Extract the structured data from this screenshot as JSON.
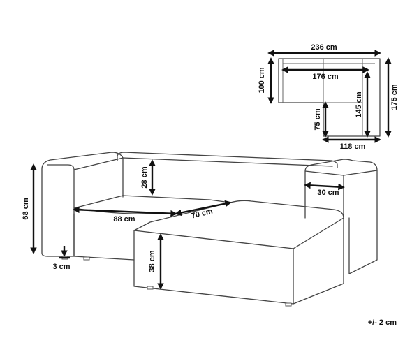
{
  "diagram": {
    "plan_dimensions": {
      "overall_width": "236 cm",
      "overall_depth": "175 cm",
      "inner_width": "176 cm",
      "back_depth": "100 cm",
      "chaise_length": "145 cm",
      "chaise_offset": "75 cm",
      "chaise_width": "118 cm"
    },
    "sofa_dimensions": {
      "total_height": "68 cm",
      "backrest_height": "28 cm",
      "armrest_width": "30 cm",
      "seat_width": "88 cm",
      "seat_depth": "70 cm",
      "seat_height": "38 cm",
      "leg_height": "3 cm"
    },
    "tolerance": "+/- 2 cm"
  }
}
